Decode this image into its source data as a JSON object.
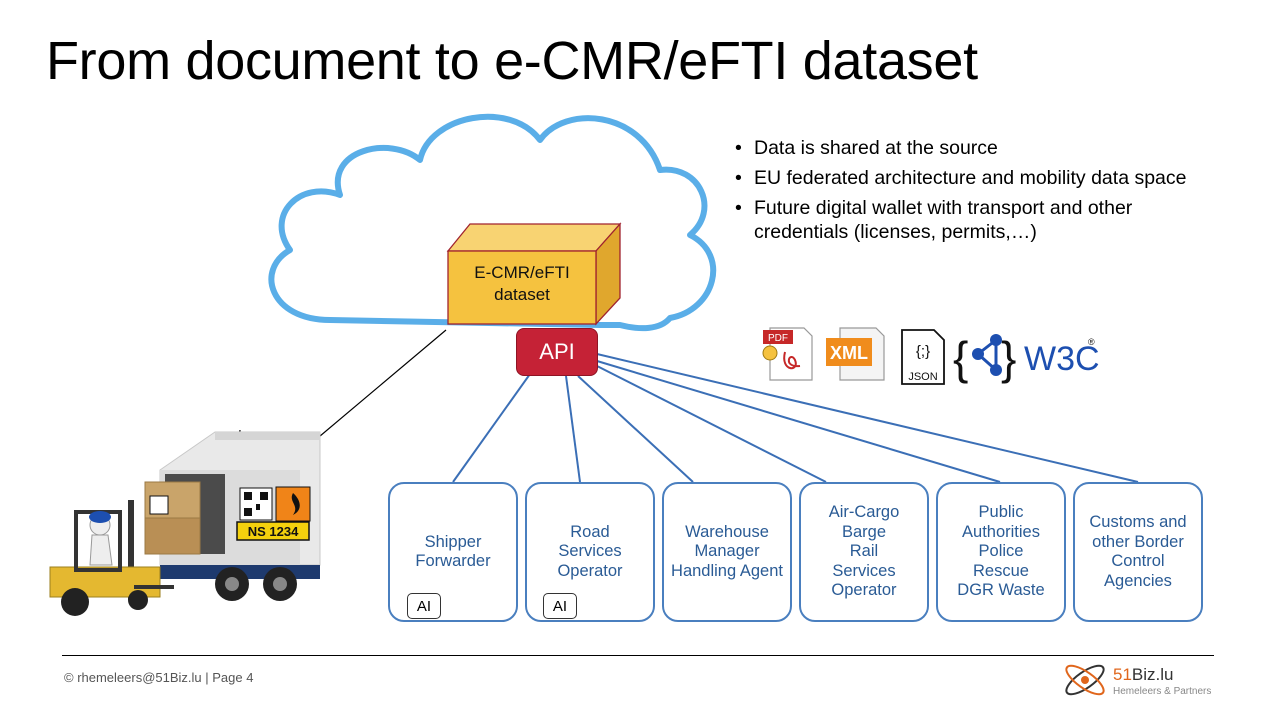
{
  "slide": {
    "title": "From document to e-CMR/eFTI dataset"
  },
  "bullets": [
    "Data is shared at the source",
    "EU federated architecture and mobility data space",
    "Future digital wallet with transport and other credentials (licenses, permits,…)"
  ],
  "cube": {
    "label": "E-CMR/eFTI\ndataset"
  },
  "api": {
    "label": "API"
  },
  "stakeholders": [
    {
      "label": "Shipper\nForwarder",
      "ai": "AI"
    },
    {
      "label": "Road\nServices\nOperator",
      "ai": "AI"
    },
    {
      "label": "Warehouse\nManager\nHandling Agent"
    },
    {
      "label": "Air-Cargo\nBarge\nRail\nServices\nOperator"
    },
    {
      "label": "Public\nAuthorities\nPolice\nRescue\nDGR Waste"
    },
    {
      "label": "Customs and\nother Border\nControl\nAgencies"
    }
  ],
  "format_icons": {
    "pdf": "PDF",
    "xml": "XML",
    "json": "JSON",
    "json_glyph": "{;}",
    "w3c": "W3C",
    "w3c_mark": "®"
  },
  "truck": {
    "plate": "NS 1234"
  },
  "footer": {
    "text": "© rhemeleers@51Biz.lu | Page 4",
    "logo_accent": "51",
    "logo_rest": "Biz.lu",
    "logo_sub": "Hemeleers & Partners"
  },
  "colors": {
    "cloud_stroke": "#5aaee8",
    "cube_fill": "#f5c23f",
    "api_fill": "#c52236",
    "connector": "#3b6fb6",
    "stakeholder_text": "#2a5b95"
  }
}
